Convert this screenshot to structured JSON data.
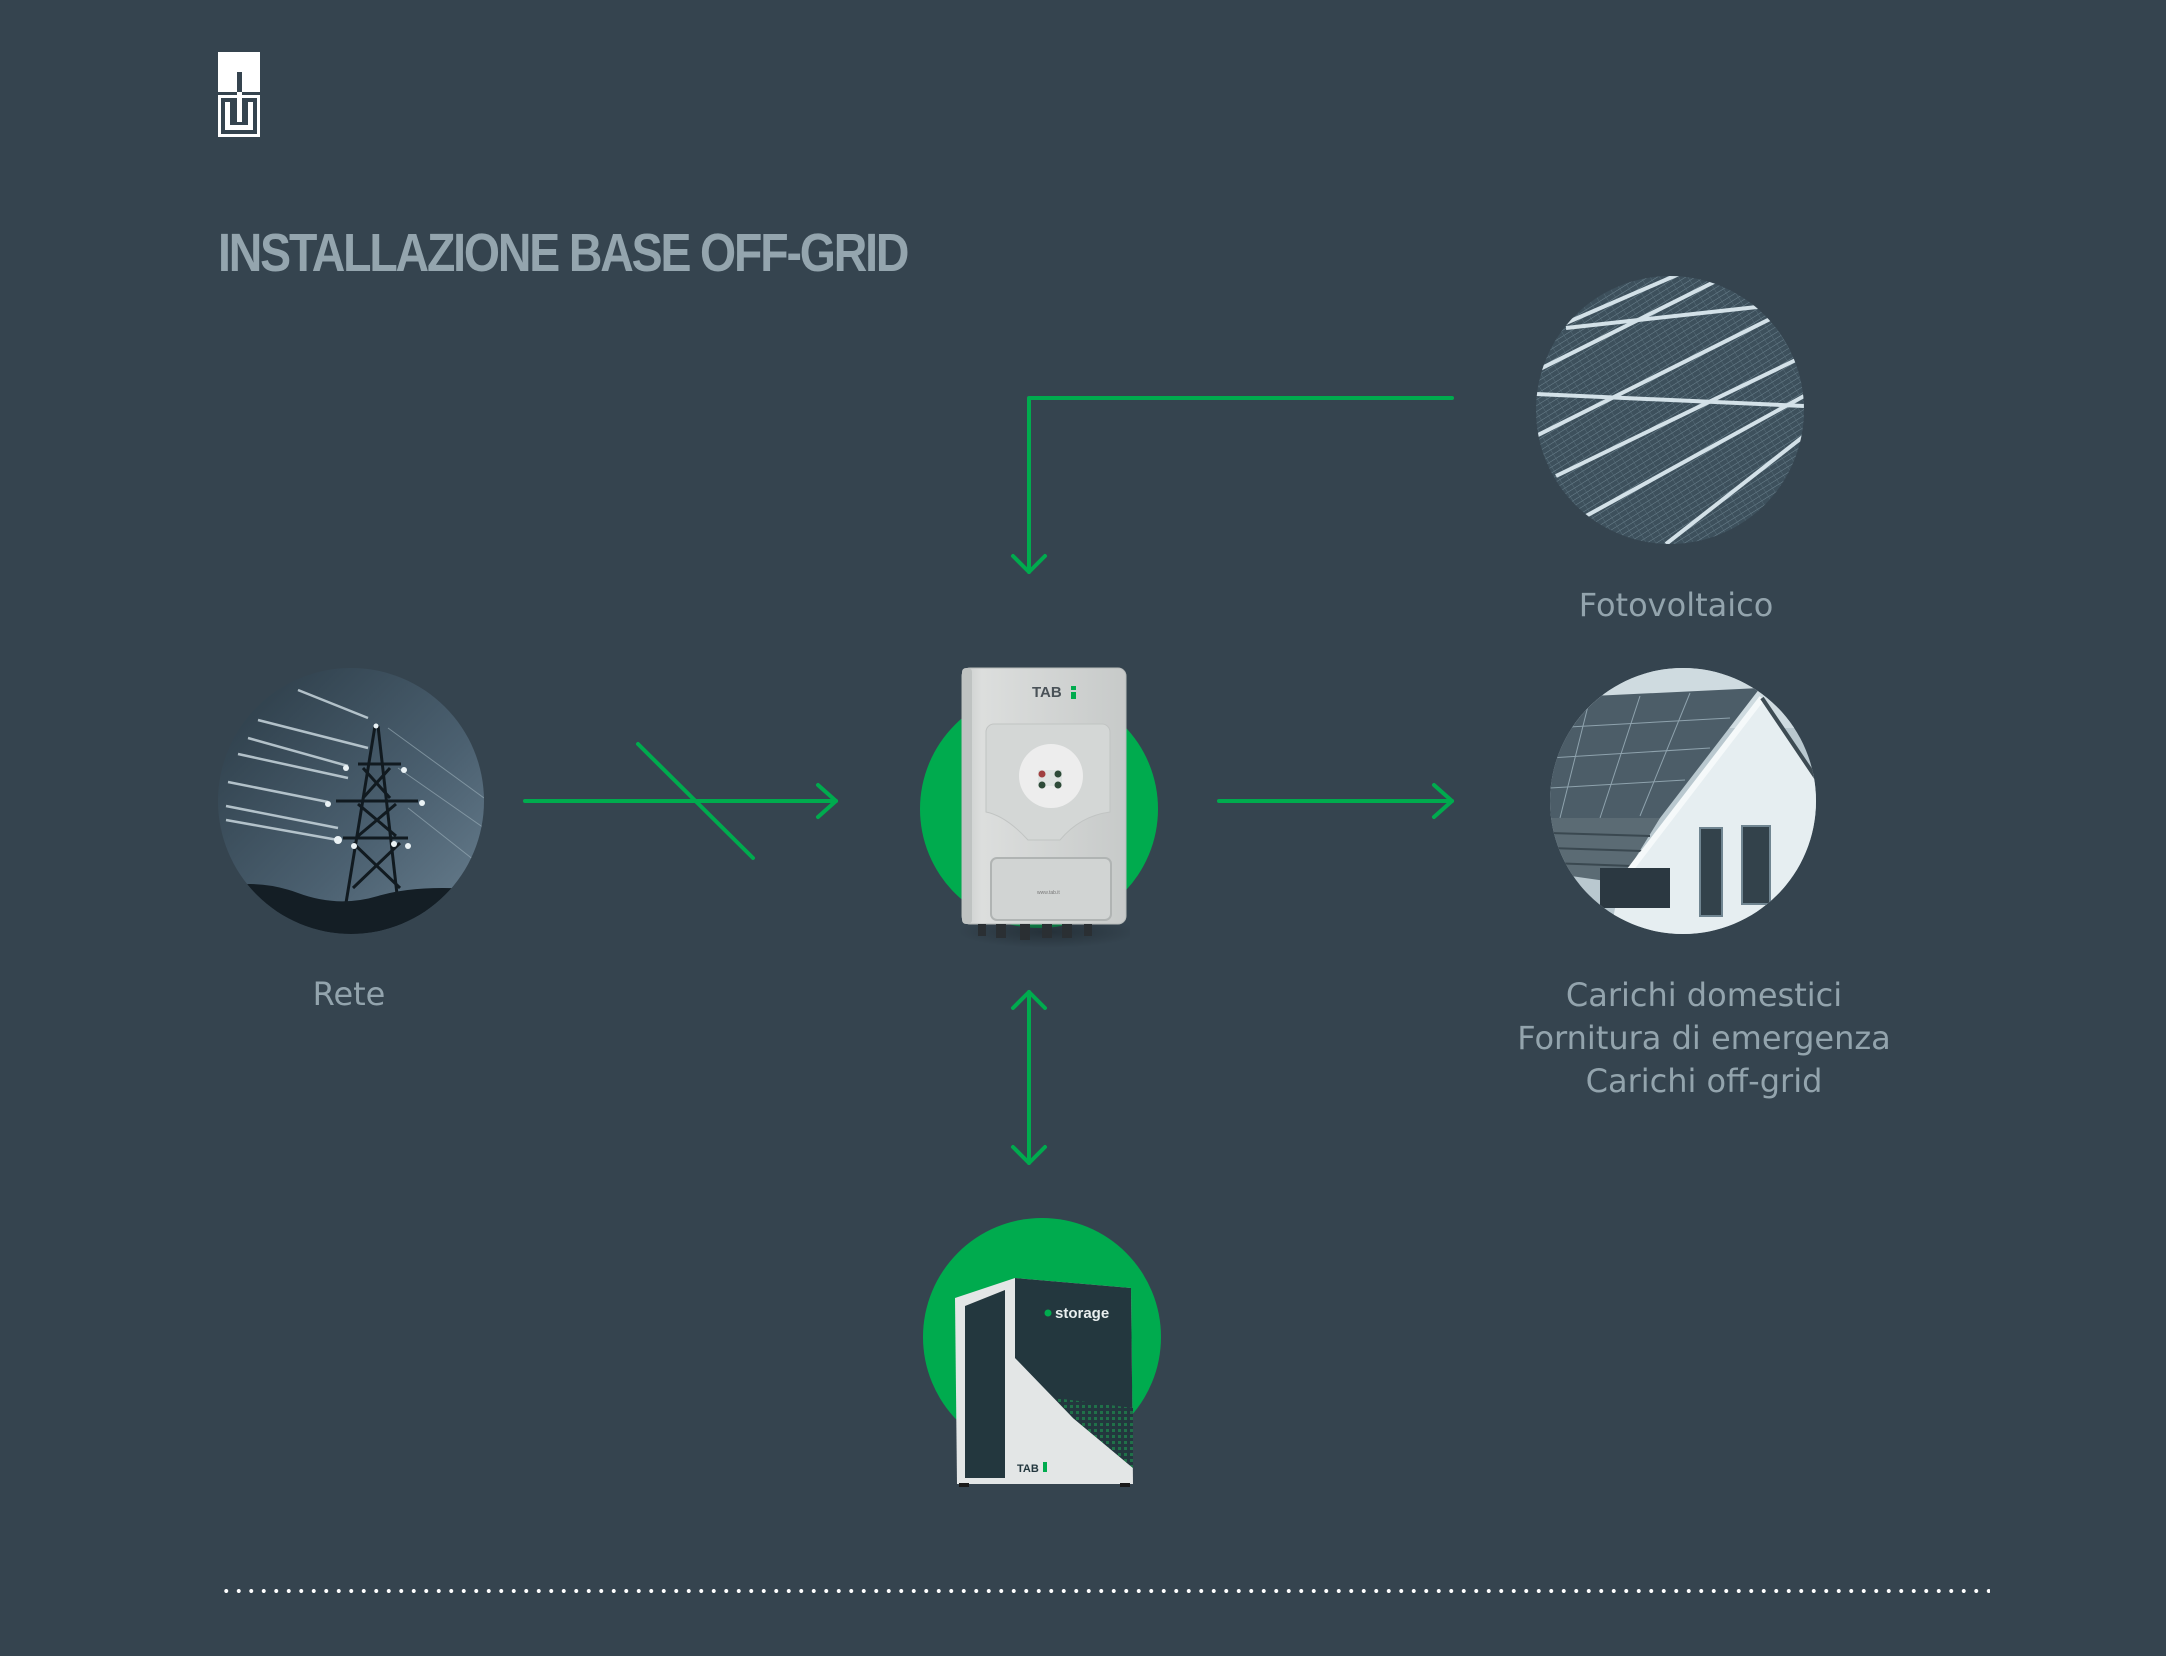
{
  "title": "INSTALLAZIONE BASE OFF-GRID",
  "colors": {
    "background": "#35444f",
    "accent_green": "#00ab4e",
    "label_text": "#93a4ad",
    "title_text": "#94a5ae"
  },
  "logo": {
    "icon": "brand-logo-icon"
  },
  "nodes": {
    "grid": {
      "label": "Rete",
      "image": "power-pylon-photo"
    },
    "photovoltaic": {
      "label": "Fotovoltaico",
      "image": "solar-panels-photo"
    },
    "loads": {
      "label_lines": [
        "Carichi domestici",
        "Fornitura di emergenza",
        "Carichi off-grid"
      ],
      "image": "house-with-solar-roof-photo"
    },
    "inverter": {
      "brand": "TAB",
      "image": "inverter-product"
    },
    "storage": {
      "brand": "TAB",
      "product_name": "storage",
      "image": "battery-storage-product"
    }
  },
  "connections": [
    {
      "from": "photovoltaic",
      "to": "inverter",
      "direction": "one-way"
    },
    {
      "from": "grid",
      "to": "inverter",
      "direction": "one-way",
      "disconnected": true
    },
    {
      "from": "inverter",
      "to": "loads",
      "direction": "one-way"
    },
    {
      "from": "inverter",
      "to": "storage",
      "direction": "two-way"
    }
  ]
}
